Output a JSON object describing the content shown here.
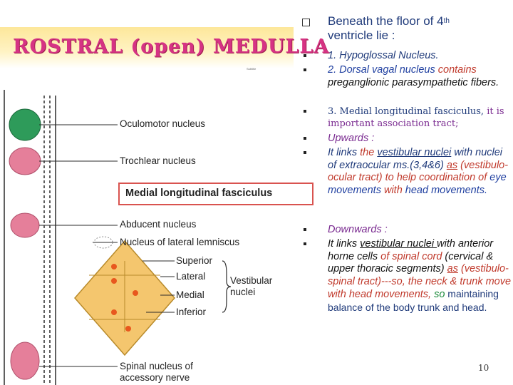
{
  "slide": {
    "title": "ROSTRAL (open) MEDULLA",
    "caption": "Subtitle",
    "page_number": "10"
  },
  "diagram": {
    "labels": {
      "oculomotor": "Oculomotor nucleus",
      "trochlear": "Trochlear nucleus",
      "mlf": "Medial longitudinal fasciculus",
      "abducent": "Abducent nucleus",
      "lateral_lemniscus": "Nucleus of lateral lemniscus",
      "superior": "Superior",
      "lateral": "Lateral",
      "medial": "Medial",
      "inferior": "Inferior",
      "vestibular_1": "Vestibular",
      "vestibular_2": "nuclei",
      "spinal_1": "Spinal nucleus of",
      "spinal_2": "accessory nerve"
    }
  },
  "text": {
    "heading_a": "Beneath the floor of 4",
    "heading_sup": "th",
    "heading_b": "ventricle lie :",
    "item1": "1. Hypoglossal Nucleus.",
    "item2_a": "2. Dorsal vagal nucleus ",
    "item2_b": "contains",
    "item2_c": " preganglionic parasympathetic fibers.",
    "item3_a": "3. Medial longitudinal fasciculus, ",
    "item3_b": "it is important association tract;",
    "upwards": "Upwards :",
    "up_a": " It links ",
    "up_b": "the ",
    "up_c": "vestibular nuclei",
    "up_d": " with nuclei of extraocular ms.(3,4&6) ",
    "up_e": "as",
    "up_f": " (vestibulo-ocular tract) to help coordination of ",
    "up_g": "eye movements",
    "up_h": " with ",
    "up_i": "head movements.",
    "downwards": "Downwards :",
    "dn_a": "It links ",
    "dn_b": "vestibular nuclei ",
    "dn_c": "with anterior horne cells ",
    "dn_d": "of spinal cord",
    "dn_e": " (cervical & upper thoracic segments) ",
    "dn_f": "as",
    "dn_g": " (vestibulo-spinal tract)---so, the neck & trunk move with head movements,",
    "dn_h": " so",
    "dn_i": " maintaining balance of the body trunk  and head."
  },
  "colors": {
    "title": "#d63384",
    "heading": "#1f3a7a",
    "red": "#c0392b",
    "blue": "#1f3fa0",
    "nucleus_green": "#2e9b5a",
    "nucleus_pink": "#e57f9a",
    "vestibular_fill": "#f4c66e"
  }
}
